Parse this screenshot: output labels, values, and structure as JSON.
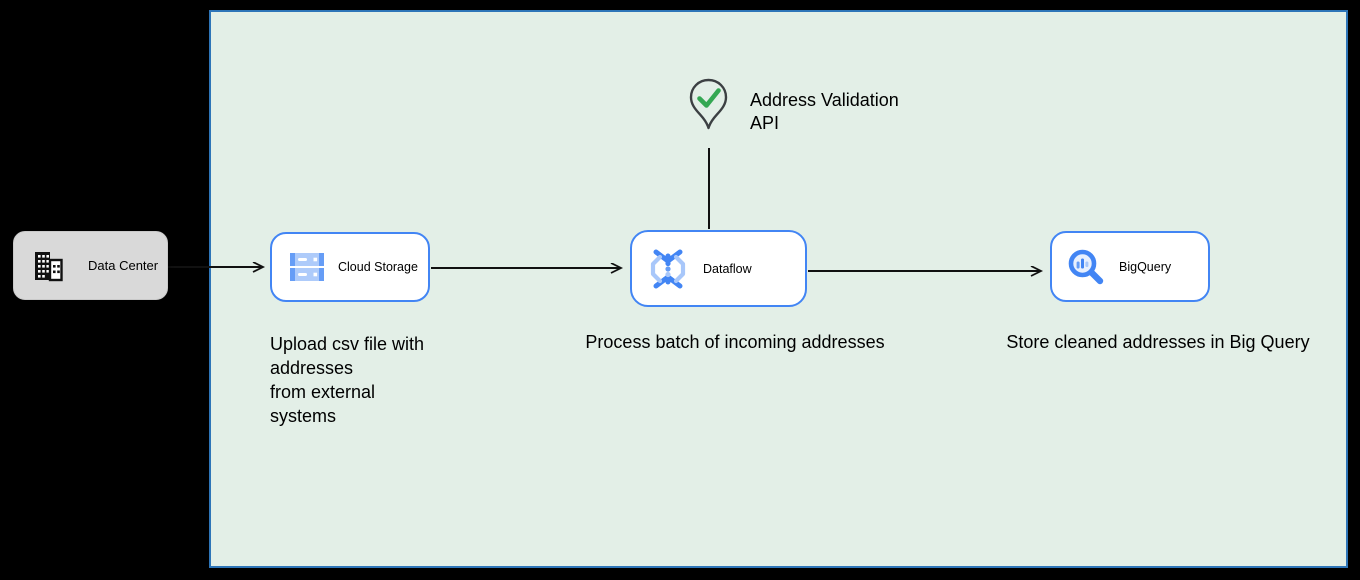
{
  "diagram_type": "cloud-architecture-flow",
  "colors": {
    "canvas_bg": "#000000",
    "frame_fill": "#e3efe7",
    "frame_border": "#2e75b8",
    "node_fill": "#ffffff",
    "node_border": "#4285f4",
    "data_center_fill": "#d9d9d9",
    "data_center_border": "#c9c9c9",
    "edge_color": "#111111",
    "check_green": "#34a853",
    "text_color": "#000000"
  },
  "nodes": {
    "data_center": {
      "label": "Data Center",
      "icon": "building-icon"
    },
    "cloud_storage": {
      "label": "Cloud Storage",
      "icon": "cloud-storage-icon"
    },
    "dataflow": {
      "label": "Dataflow",
      "icon": "dataflow-icon"
    },
    "bigquery": {
      "label": "BigQuery",
      "icon": "bigquery-icon"
    },
    "address_validation": {
      "label_lines": [
        "Address Validation",
        "API"
      ],
      "icon": "map-pin-check-icon"
    }
  },
  "edges": [
    {
      "from": "data_center",
      "to": "cloud_storage",
      "arrow": "open"
    },
    {
      "from": "cloud_storage",
      "to": "dataflow",
      "arrow": "open"
    },
    {
      "from": "dataflow",
      "to": "bigquery",
      "arrow": "open"
    },
    {
      "from": "address_validation",
      "to": "dataflow",
      "arrow": "none"
    }
  ],
  "captions": {
    "cloud_storage_lines": [
      "Upload csv file with",
      "addresses",
      "from external",
      "systems"
    ],
    "dataflow": "Process batch of incoming addresses",
    "bigquery": "Store cleaned addresses in Big Query"
  }
}
